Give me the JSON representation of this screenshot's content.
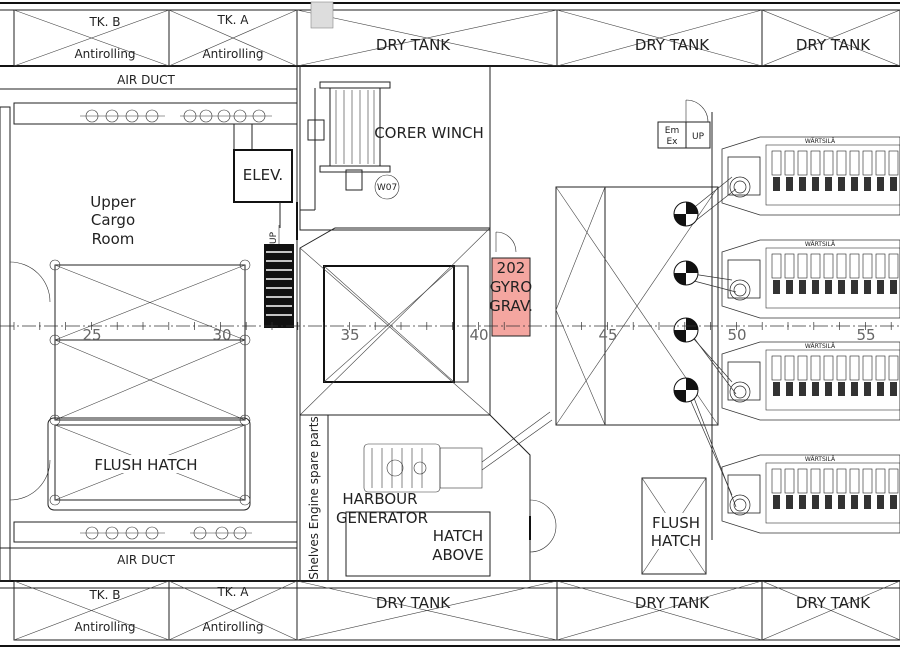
{
  "tanks_top": [
    {
      "name": "TK. B",
      "sub": "Antirolling"
    },
    {
      "name": "TK. A",
      "sub": "Antirolling"
    }
  ],
  "tanks_bottom": [
    {
      "name": "TK. B",
      "sub": "Antirolling"
    },
    {
      "name": "TK. A",
      "sub": "Antirolling"
    }
  ],
  "dry_tank_label": "DRY TANK",
  "air_duct_top": "AIR DUCT",
  "air_duct_bottom": "AIR DUCT",
  "elevator": "ELEV.",
  "cargo_room": [
    "Upper",
    "Cargo",
    "Room"
  ],
  "flush_hatch_left": "FLUSH HATCH",
  "flush_hatch_right": [
    "FLUSH",
    "HATCH"
  ],
  "corer_winch": "CORER WINCH",
  "room_code": "W07",
  "gyro": [
    "202",
    "GYRO",
    "GRAV."
  ],
  "gyro_color": "#f4a6a0",
  "harbour_generator": [
    "HARBOUR",
    "GENERATOR"
  ],
  "hatch_above": [
    "HATCH",
    "ABOVE"
  ],
  "shelves": "Shelves Engine spare parts",
  "stair_up": "UP",
  "stair_up_right": "UP",
  "emergency_exit": [
    "Em",
    "Ex"
  ],
  "frame_labels": [
    "25",
    "30",
    "35",
    "40",
    "45",
    "50",
    "55"
  ],
  "engine_maker": "WÄRTSILÄ"
}
